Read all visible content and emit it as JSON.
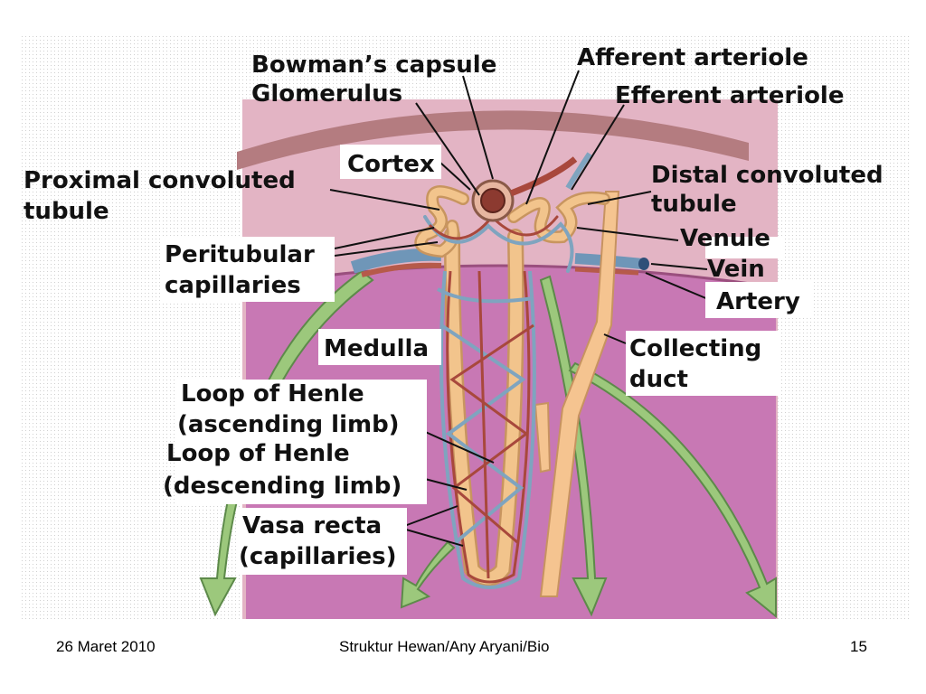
{
  "diagram": {
    "labels": {
      "bowmans_capsule": "Bowman’s capsule",
      "glomerulus": "Glomerulus",
      "afferent_arteriole": "Afferent arteriole",
      "efferent_arteriole": "Efferent arteriole",
      "cortex": "Cortex",
      "proximal_line1": "Proximal convoluted",
      "proximal_line2": "tubule",
      "distal_line1": "Distal convoluted",
      "distal_line2": "tubule",
      "peritubular_line1": "Peritubular",
      "peritubular_line2": "capillaries",
      "venule": "Venule",
      "vein": "Vein",
      "artery": "Artery",
      "medulla": "Medulla",
      "collecting_line1": "Collecting",
      "collecting_line2": "duct",
      "henle_asc_line1": "Loop of Henle",
      "henle_asc_line2": "(ascending limb)",
      "henle_desc_line1": "Loop of Henle",
      "henle_desc_line2": "(descending limb)",
      "vasa_line1": "Vasa recta",
      "vasa_line2": "(capillaries)"
    },
    "colors": {
      "background_pink": "#e3b4c4",
      "medulla_magenta": "#c878b4",
      "cortex_band": "#b47c80",
      "tubule_tan": "#f2c48c",
      "capillary_red": "#a8483c",
      "capillary_blue": "#7fa4bf",
      "arrow_green": "#9cc87c"
    }
  },
  "footer": {
    "date": "26 Maret 2010",
    "center": "Struktur Hewan/Any Aryani/Bio",
    "page": "15"
  }
}
